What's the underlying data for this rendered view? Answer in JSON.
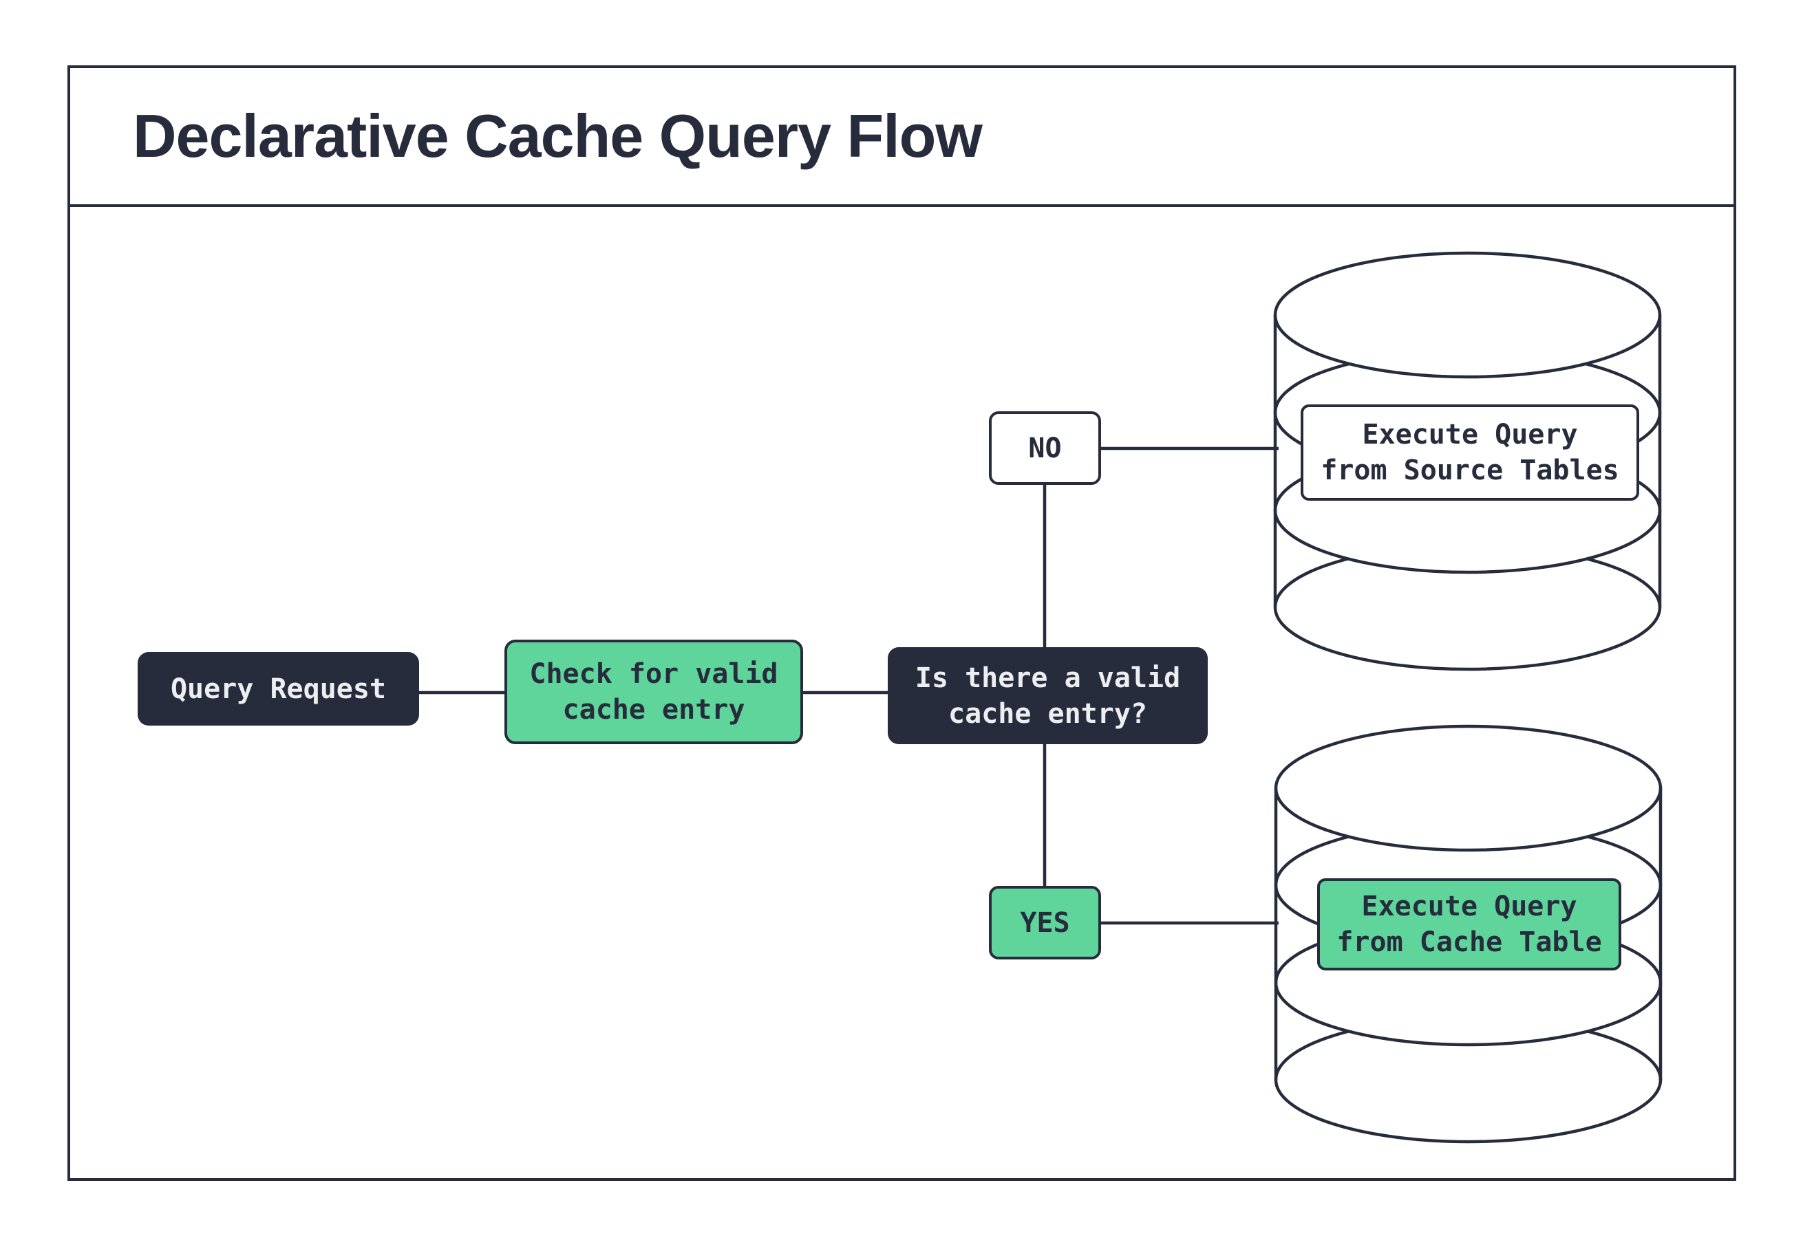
{
  "title": "Declarative Cache Query Flow",
  "colors": {
    "ink": "#272c3d",
    "green": "#5fd49b",
    "light": "#edeef0",
    "paper": "#ffffff"
  },
  "flow": {
    "query_request": {
      "label": "Query Request"
    },
    "check_cache": {
      "line1": "Check for valid",
      "line2": "cache entry"
    },
    "decision": {
      "line1": "Is there a valid",
      "line2": "cache entry?"
    },
    "branch_no": {
      "label": "NO"
    },
    "branch_yes": {
      "label": "YES"
    },
    "execute_source": {
      "line1": "Execute Query",
      "line2": "from Source Tables"
    },
    "execute_cache": {
      "line1": "Execute Query",
      "line2": "from Cache Table"
    }
  }
}
